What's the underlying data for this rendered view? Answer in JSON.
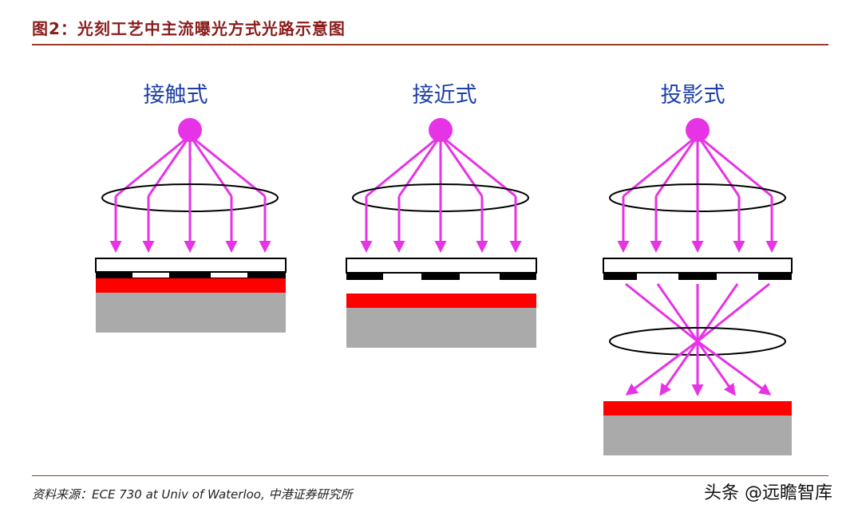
{
  "figure": {
    "title": "图2：光刻工艺中主流曝光方式光路示意图"
  },
  "panels": [
    {
      "label": "接触式"
    },
    {
      "label": "接近式"
    },
    {
      "label": "投影式"
    }
  ],
  "footer": {
    "source": "资料来源：ECE 730 at Univ of Waterloo,  中港证券研究所",
    "watermark": "头条 @远瞻智库"
  },
  "colors": {
    "light": "#e633e6",
    "label": "#1f3fa8",
    "resist": "#ff0000",
    "wafer": "#aaaaaa",
    "mask_chrome": "#000000",
    "accent": "#8b1c1c"
  }
}
